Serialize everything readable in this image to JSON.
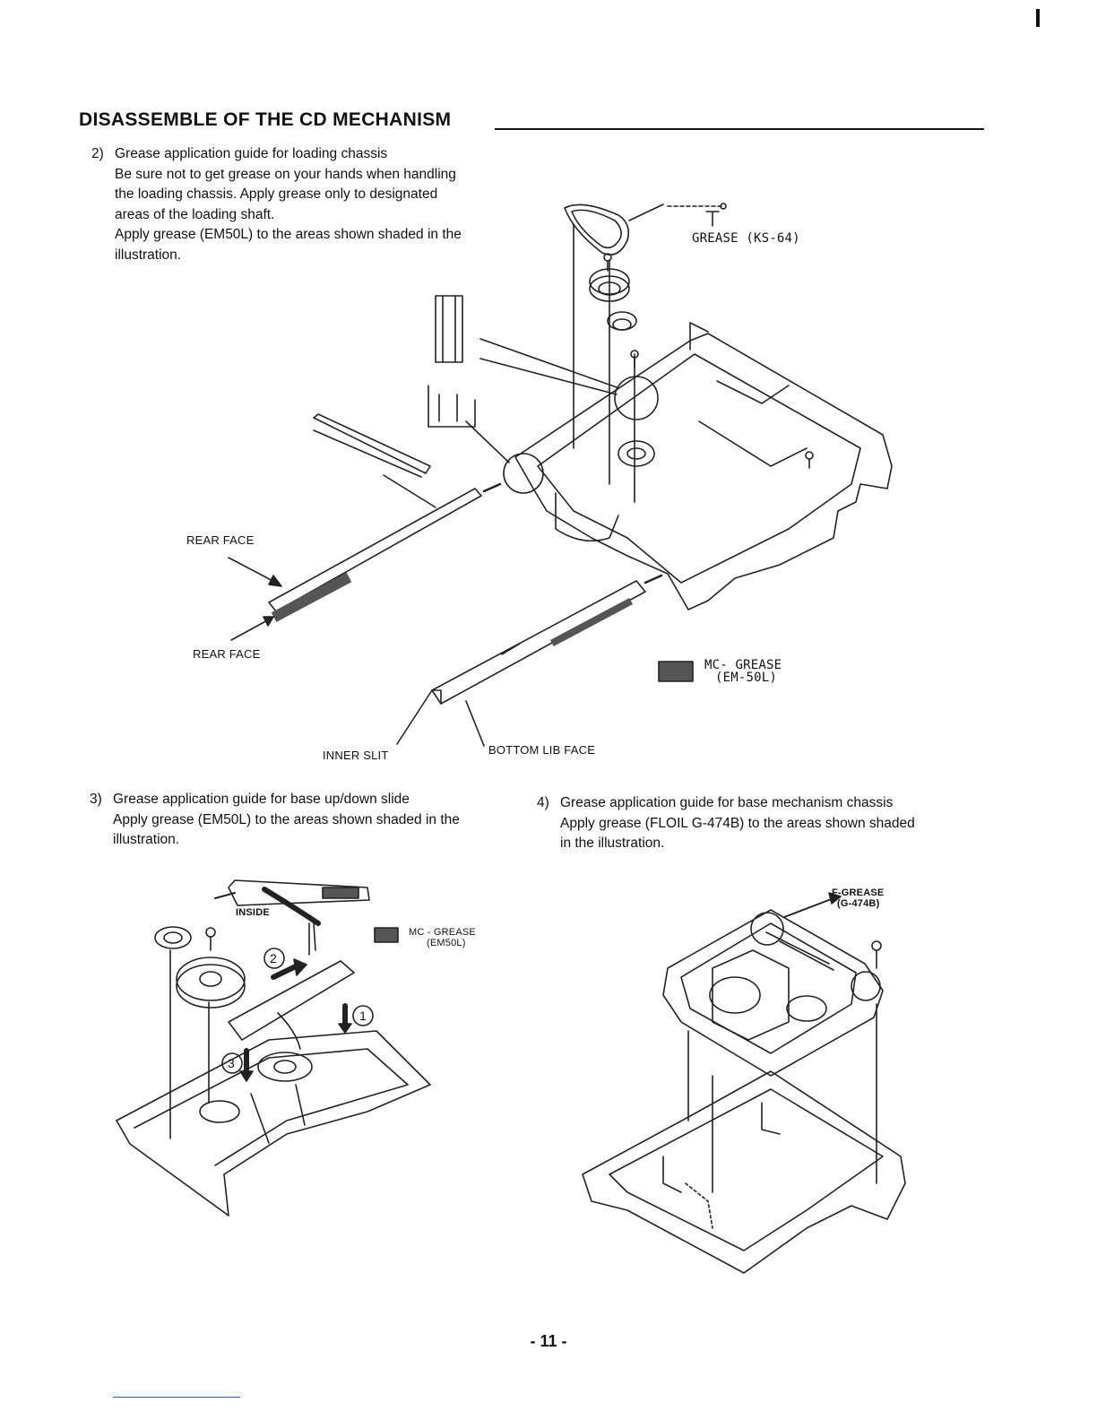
{
  "heading": "DISASSEMBLE OF THE CD MECHANISM",
  "section2": {
    "number": "2)",
    "title": "Grease application guide for loading chassis",
    "lines": [
      "Be sure not to get grease on your hands when handling",
      "the loading chassis. Apply grease only to designated",
      "areas of the loading shaft.",
      "Apply grease (EM50L) to the areas shown shaded in the",
      "illustration."
    ]
  },
  "section3": {
    "number": "3)",
    "title": "Grease application guide for base up/down slide",
    "lines": [
      "Apply grease (EM50L) to the areas shown shaded in the",
      "illustration."
    ]
  },
  "section4": {
    "number": "4)",
    "title": "Grease application guide for base mechanism chassis",
    "lines": [
      "Apply grease (FLOIL G-474B) to the areas shown shaded",
      "in the illustration."
    ]
  },
  "figure1_labels": {
    "grease_ks64": "GREASE (KS-64)",
    "rear_face_top": "REAR FACE",
    "rear_face_bottom": "REAR FACE",
    "mc_grease_line1": "MC- GREASE",
    "mc_grease_line2": "(EM-50L)",
    "inner_slit": "INNER SLIT",
    "bottom_lib_face": "BOTTOM LIB FACE"
  },
  "figure2_labels": {
    "inside": "INSIDE",
    "mc_grease_line1": "MC - GREASE",
    "mc_grease_line2": "(EM50L)",
    "step1": "1",
    "step2": "2",
    "step3": "3"
  },
  "figure3_labels": {
    "f_grease_line1": "F-GREASE",
    "f_grease_line2": "(G-474B)"
  },
  "page_number": "- 11 -"
}
